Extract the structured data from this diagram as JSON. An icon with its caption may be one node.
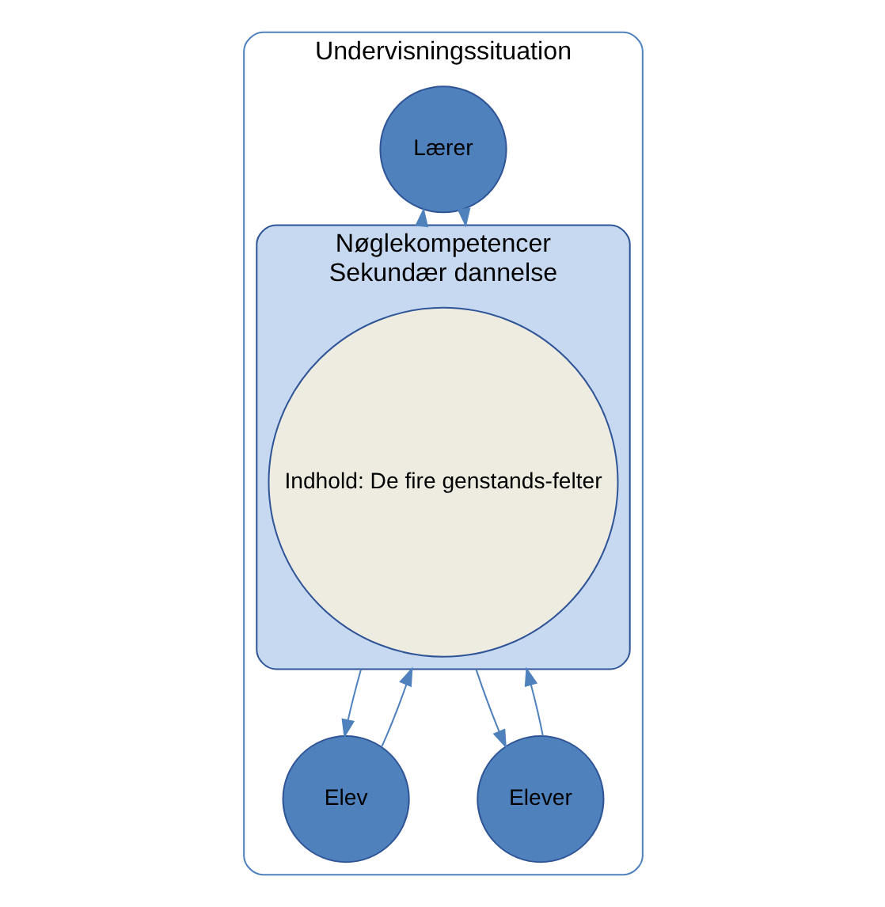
{
  "diagram": {
    "nodes": [
      {
        "text": [
          "Undervisningssituation"
        ]
      },
      {
        "text": [
          "Lærer"
        ],
        "in": 0
      },
      {
        "text": [
          "Nøglekompetencer",
          "Sekundær dannelse"
        ],
        "in": 0
      },
      {
        "text": [
          "Indhold: De fire genstands-felter"
        ],
        "in": 2
      },
      {
        "text": [
          "Elev"
        ],
        "in": 0
      },
      {
        "text": [
          "Elever"
        ],
        "in": 0
      }
    ],
    "edges": [
      {
        "from": 1,
        "to": 2,
        "arrow": "to"
      },
      {
        "from": 2,
        "to": 1,
        "arrow": "to"
      },
      {
        "from": 2,
        "to": 4,
        "arrow": "to"
      },
      {
        "from": 4,
        "to": 2,
        "arrow": "to"
      },
      {
        "from": 2,
        "to": 5,
        "arrow": "to"
      },
      {
        "from": 5,
        "to": 2,
        "arrow": "to"
      }
    ]
  }
}
